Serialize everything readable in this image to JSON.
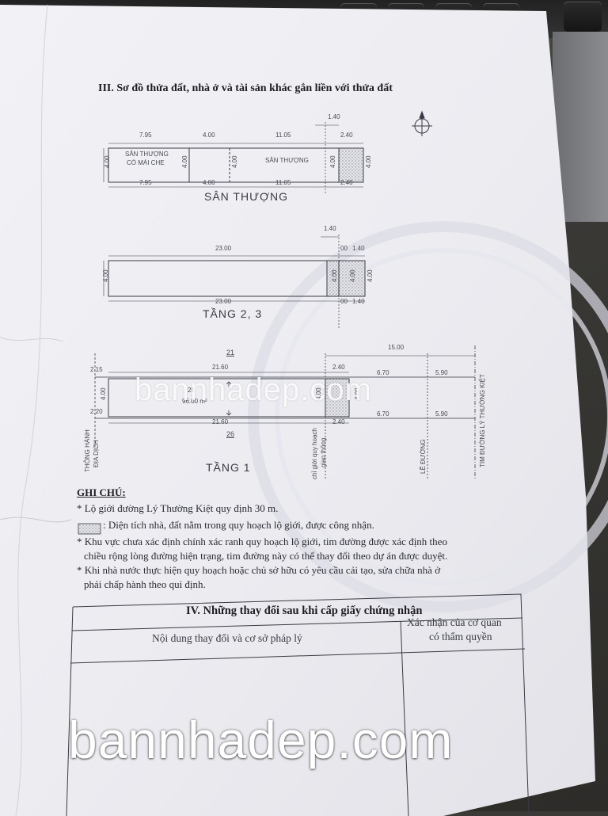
{
  "section3": {
    "title": "III. Sơ đồ thửa đất, nhà ở và tài sản khác gắn liền với thửa đất"
  },
  "san_thuong": {
    "title": "SÂN THƯỢNG",
    "room1_line1": "SÂN THƯỢNG",
    "room1_line2": "CÓ MÁI CHE",
    "room3": "SÂN THƯỢNG",
    "dims_top": [
      "7.95",
      "4.00",
      "11.05",
      "2.40"
    ],
    "dims_bottom": [
      "7.95",
      "4.00",
      "11.05",
      "2.40"
    ],
    "dim_left": "4.00",
    "dim_inner1": "4.00",
    "dim_inner2": "4.00",
    "dim_inner3": "4.00",
    "dim_right": "4.00",
    "dim_offset": "1.40"
  },
  "tang23": {
    "title": "TẦNG 2, 3",
    "dim_top_main": "23.00",
    "dim_top_small": "1.40",
    "dim_bottom_main": "23.00",
    "dim_bottom_small": "1.40",
    "dim_left": "4.00",
    "dim_inner": "4.00",
    "dim_inner2": "4.00",
    "dim_right": "4.00",
    "dim_offset": "1.40",
    "dim_a": "00",
    "dim_b": "00"
  },
  "tang1": {
    "title": "TẦNG 1",
    "plot_top": "21",
    "plot_bottom": "26",
    "plot_number": "25",
    "area": "96.00 m²",
    "dim_total": "15.00",
    "dims_top": [
      "2.15",
      "21.60",
      "2.40",
      "6.70",
      "5.90"
    ],
    "dims_bottom": [
      "2.20",
      "21.60",
      "2.40",
      "6.70",
      "5.90"
    ],
    "dim_left": "4.00",
    "dim_mid": "4.00",
    "dim_right": "4.00",
    "label_thong_hanh": "THÔNG HÀNH",
    "label_dia_dich": "ĐỊA DỊCH",
    "label_chi_gioi": "chỉ giới quy hoạch",
    "label_giao_thong": "giao thông",
    "label_le_duong": "LỀ ĐƯỜNG",
    "label_tim_duong": "TIM ĐƯỜNG LÝ THƯỜNG KIỆT"
  },
  "notes": {
    "title": "GHI CHÚ:",
    "items": [
      "* Lộ giới đường Lý Thường Kiệt quy định 30 m.",
      ": Diện tích nhà, đất nằm trong quy hoạch lộ giới, được công nhận.",
      "* Khu vực chưa xác định chính xác ranh quy hoạch lộ giới, tim  đường được xác định theo",
      "chiều rộng lòng  đường hiện trạng, tim đường này có thể thay đổi theo dự án được duyệt.",
      "* Khi nhà nước thực hiện quy hoạch hoặc chủ sở hữu có yêu cầu cải tạo, sửa chữa nhà ở",
      "phải chấp hành theo qui  định."
    ]
  },
  "section4": {
    "title": "IV. Những thay đổi sau khi cấp giấy chứng nhận",
    "col1": "Nội dung thay đổi và cơ sở pháp lý",
    "col2_line1": "Xác nhận của cơ quan",
    "col2_line2": "có thẩm quyền"
  },
  "watermark": {
    "text": "bannhadep.com"
  },
  "colors": {
    "ink": "#2a2a33",
    "paper": "#eeeef2",
    "hatch": "#8a8a95",
    "desk": "#3a3936"
  }
}
